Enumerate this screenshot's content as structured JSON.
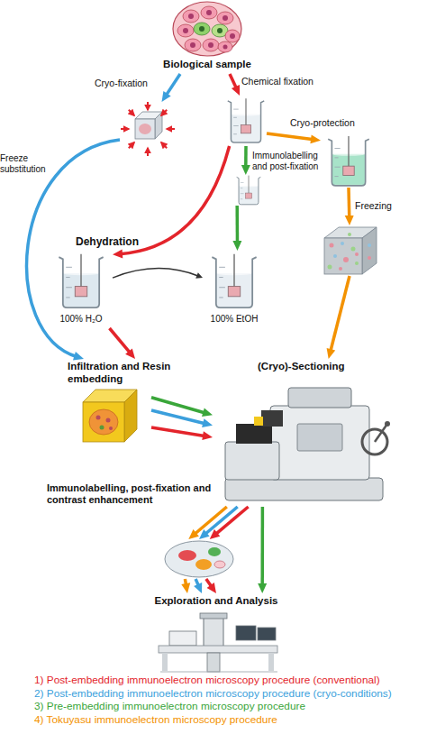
{
  "diagram": {
    "nodes": [
      {
        "text": [
          "Biological sample"
        ]
      },
      {
        "text": []
      },
      {
        "text": []
      },
      {
        "text": []
      },
      {
        "text": []
      },
      {
        "text": []
      },
      {
        "text": [
          "100% H₂O"
        ]
      },
      {
        "text": [
          "100% EtOH"
        ]
      },
      {
        "text": [
          "Infiltration and Resin embedding"
        ]
      },
      {
        "text": [
          "(Cryo)-Sectioning"
        ]
      },
      {
        "text": [
          "Immunolabelling, post-fixation and contrast enhancement"
        ]
      },
      {
        "text": [
          "Exploration and Analysis"
        ]
      }
    ],
    "edges": [
      {
        "from": 0,
        "to": 1,
        "arrow": "to",
        "label": "Cryo-fixation"
      },
      {
        "from": 0,
        "to": 2,
        "arrow": "to",
        "label": "Chemical fixation"
      },
      {
        "from": 2,
        "to": 3,
        "arrow": "to",
        "label": "Cryo-protection"
      },
      {
        "from": 2,
        "to": 4,
        "arrow": "to",
        "label": "Immunolabelling and post-fixation"
      },
      {
        "from": 3,
        "to": 5,
        "arrow": "to",
        "label": "Freezing"
      },
      {
        "from": 1,
        "to": 8,
        "arrow": "to",
        "label": "Freeze substitution"
      },
      {
        "from": 2,
        "to": 6,
        "arrow": "to"
      },
      {
        "from": 4,
        "to": 7,
        "arrow": "to"
      },
      {
        "from": 6,
        "to": 7,
        "arrow": "to"
      },
      {
        "from": 6,
        "to": 8,
        "arrow": "to"
      },
      {
        "from": 8,
        "to": 9,
        "arrow": "to"
      },
      {
        "from": 8,
        "to": 9,
        "arrow": "to"
      },
      {
        "from": 8,
        "to": 9,
        "arrow": "to"
      },
      {
        "from": 5,
        "to": 9,
        "arrow": "to"
      },
      {
        "from": 9,
        "to": 10,
        "arrow": "to"
      },
      {
        "from": 9,
        "to": 10,
        "arrow": "to"
      },
      {
        "from": 9,
        "to": 10,
        "arrow": "to"
      },
      {
        "from": 9,
        "to": 11,
        "arrow": "to"
      },
      {
        "from": 10,
        "to": 11,
        "arrow": "to"
      },
      {
        "from": 10,
        "to": 11,
        "arrow": "to"
      },
      {
        "from": 10,
        "to": 11,
        "arrow": "to"
      }
    ],
    "labels": [
      "Dehydration"
    ],
    "legend": [
      {
        "text": "1) Post-embedding immunoelectron microscopy procedure (conventional)",
        "color": "#e3242b"
      },
      {
        "text": "2) Post-embedding immunoelectron microscopy procedure (cryo-conditions)",
        "color": "#3b9fdc"
      },
      {
        "text": "3) Pre-embedding immunoelectron microscopy procedure",
        "color": "#3aa63a"
      },
      {
        "text": "4) Tokuyasu immunoelectron microscopy procedure",
        "color": "#f39200"
      }
    ]
  }
}
